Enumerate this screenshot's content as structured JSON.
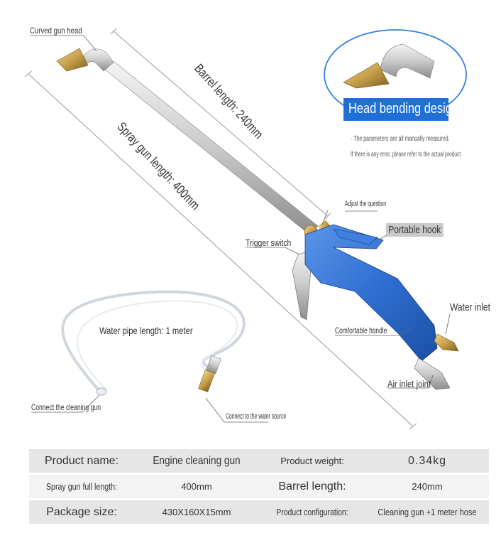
{
  "callouts": {
    "curved_head": "Curved gun head",
    "barrel_length": "Barrel length: 240mm",
    "gun_length": "Spray gun length: 400mm",
    "head_bending": "Head bending design",
    "note_line1": "· The parameters are all manually measured.",
    "note_line2": "If there is any error, please refer to the actual product",
    "adjust": "Adjust the question",
    "trigger": "Trigger switch",
    "hook": "Portable hook",
    "water_inlet": "Water inlet",
    "handle": "Comfortable handle",
    "air_inlet": "Air inlet joint",
    "pipe_length": "Water pipe length: 1 meter",
    "connect_gun": "Connect the cleaning gun",
    "connect_source": "Connect to the water source"
  },
  "colors": {
    "accent_blue": "#1f6fd6",
    "gun_body": "#2f6fd2",
    "brass": "#c8a04a",
    "row_dark": "#e6e6e6",
    "row_light": "#f3f3f3"
  },
  "spec": [
    {
      "k1": "Product name:",
      "v1": "Engine cleaning gun",
      "k2": "Product weight:",
      "v2": "0.34kg"
    },
    {
      "k1": "Spray gun full length:",
      "v1": "400mm",
      "k2": "Barrel length:",
      "v2": "240mm"
    },
    {
      "k1": "Package size:",
      "v1": "430X160X15mm",
      "k2": "Product configuration:",
      "v2": "Cleaning gun +1 meter hose"
    }
  ]
}
